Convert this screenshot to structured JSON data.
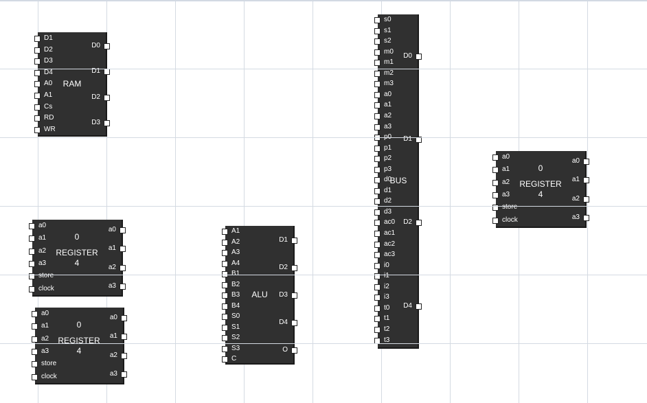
{
  "components": {
    "ram": {
      "title": "RAM",
      "inputs": [
        "D1",
        "D2",
        "D3",
        "D4",
        "A0",
        "A1",
        "Cs",
        "RD",
        "WR"
      ],
      "outputs": [
        "D0",
        "D1",
        "D2",
        "D3"
      ]
    },
    "alu": {
      "title": "ALU",
      "inputs": [
        "A1",
        "A2",
        "A3",
        "A4",
        "B1",
        "B2",
        "B3",
        "B4",
        "S0",
        "S1",
        "S2",
        "S3",
        "C"
      ],
      "outputs": [
        "D1",
        "D2",
        "D3",
        "D4",
        "O"
      ]
    },
    "bus": {
      "title": "BUS",
      "inputs": [
        "s0",
        "s1",
        "s2",
        "m0",
        "m1",
        "m2",
        "m3",
        "a0",
        "a1",
        "a2",
        "a3",
        "p0",
        "p1",
        "p2",
        "p3",
        "d0",
        "d1",
        "d2",
        "d3",
        "ac0",
        "ac1",
        "ac2",
        "ac3",
        "i0",
        "i1",
        "i2",
        "i3",
        "t0",
        "t1",
        "t2",
        "t3"
      ],
      "outputs": [
        "D0",
        "D1",
        "D2",
        "D4"
      ]
    },
    "register_left_top": {
      "value": "0",
      "title": "REGISTER",
      "size": "4",
      "inputs": [
        "a0",
        "a1",
        "a2",
        "a3",
        "store",
        "clock"
      ],
      "outputs": [
        "a0",
        "a1",
        "a2",
        "a3"
      ]
    },
    "register_left_bottom": {
      "value": "0",
      "title": "REGISTER",
      "size": "4",
      "inputs": [
        "a0",
        "a1",
        "a2",
        "a3",
        "store",
        "clock"
      ],
      "outputs": [
        "a0",
        "a1",
        "a2",
        "a3"
      ]
    },
    "register_right": {
      "value": "0",
      "title": "REGISTER",
      "size": "4",
      "inputs": [
        "a0",
        "a1",
        "a2",
        "a3",
        "store",
        "clock"
      ],
      "outputs": [
        "a0",
        "a1",
        "a2",
        "a3"
      ]
    }
  },
  "colors": {
    "component_fill": "#303030",
    "grid_line": "#d4dae2",
    "pin_fill": "#ffffff"
  }
}
